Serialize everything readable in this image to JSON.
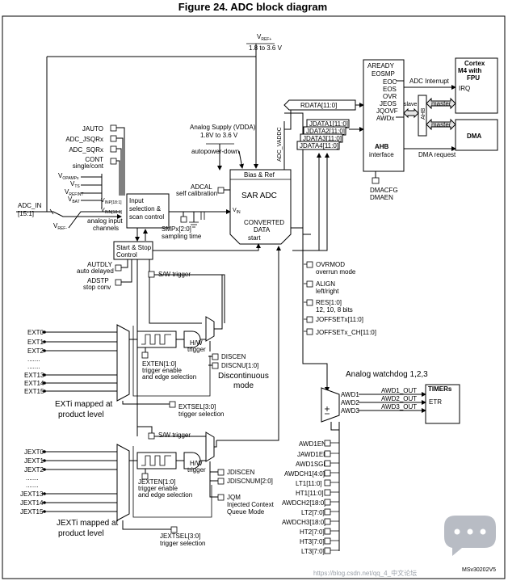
{
  "figure": {
    "title": "Figure 24. ADC block diagram",
    "code": "MSv30202V5"
  },
  "power": {
    "vref": "V",
    "vref_sub": "REF+",
    "range": "1.8 to 3.6 V"
  },
  "analog_supply": {
    "label": "Analog Supply (VDDA)",
    "range": "1.8V to 3.6 V",
    "autopower": "autopower-down",
    "adc_vaddc": "ADC_VADDC"
  },
  "cortex": {
    "l1": "Cortex",
    "l2": "M4 with",
    "l3": "FPU",
    "irq": "IRQ"
  },
  "dma": {
    "label": "DMA",
    "request": "DMA request"
  },
  "interrupt": {
    "label": "ADC Interrupt"
  },
  "ahb": {
    "label": "AHB",
    "l2": "interface",
    "bus": "AHB",
    "slave": "slave",
    "master1": "master",
    "master2": "master"
  },
  "flags": [
    "AREADY",
    "EOSMP",
    "EOC",
    "EOS",
    "OVR",
    "JEOS",
    "JQOVF",
    "AWDx"
  ],
  "dmacfg": "DMACFG",
  "dmaen": "DMAEN",
  "rdata": "RDATA[11:0]",
  "jdata": [
    "JDATA1[11:0]",
    "JDATA2[11:0]",
    "JDATA3[11:0]",
    "JDATA4[11:0]"
  ],
  "inputs_top": [
    "JAUTO",
    "ADC_JSQRx",
    "ADC_SQRx",
    "CONT"
  ],
  "cont_sub": "single/cont",
  "input_channels": [
    {
      "base": "V",
      "sub": "OPAMPx"
    },
    {
      "base": "V",
      "sub": "TS"
    },
    {
      "base": "V",
      "sub": "REFINT"
    },
    {
      "base": "V",
      "sub": "BAT"
    }
  ],
  "vinp": {
    "base": "V",
    "sub": "INP[18:1]"
  },
  "vinn": {
    "base": "V",
    "sub": "INN[18:1]"
  },
  "vref_minus": {
    "base": "V",
    "sub": "REF-"
  },
  "vin": {
    "base": "V",
    "sub": "IN"
  },
  "adc_in": {
    "l1": "ADC_IN",
    "l2": "[15:1]"
  },
  "analog_input_channels": {
    "l1": "analog input",
    "l2": "channels"
  },
  "input_sel": {
    "l1": "Input",
    "l2": "selection &",
    "l3": "scan control"
  },
  "smp": {
    "l1": "SMPx[2:0]",
    "l2": "sampling time"
  },
  "adcal": {
    "l1": "ADCAL",
    "l2": "self calibration"
  },
  "bias": "Bias & Ref",
  "sar": {
    "title": "SAR ADC",
    "l1": "CONVERTED",
    "l2": "DATA",
    "start": "start"
  },
  "startstop": {
    "l1": "Start & Stop",
    "l2": "Control"
  },
  "autdly": {
    "l1": "AUTDLY",
    "l2": "auto delayed"
  },
  "adstp": {
    "l1": "ADSTP",
    "l2": "stop conv"
  },
  "cfg_right": [
    {
      "l1": "OVRMOD",
      "l2": "overrun mode"
    },
    {
      "l1": "ALIGN",
      "l2": "left/right"
    },
    {
      "l1": "RES[1:0]",
      "l2": "12, 10, 8 bits"
    },
    {
      "l1": "JOFFSETx[11:0]",
      "l2": ""
    },
    {
      "l1": "JOFFSETx_CH[11:0]",
      "l2": ""
    }
  ],
  "sw_trigger": "S/W trigger",
  "hw_trigger": {
    "l1": "H/W",
    "l2": "trigger"
  },
  "ext": [
    "EXT0",
    "EXT1",
    "EXT2",
    ".......",
    ".......",
    "EXT13",
    "EXT14",
    "EXT15"
  ],
  "exten": {
    "l1": "EXTEN[1:0]",
    "l2": "trigger enable",
    "l3": "and edge selection"
  },
  "extsel": {
    "l1": "EXTSEL[3:0]",
    "l2": "trigger selection"
  },
  "ext_mapped": {
    "l1": "EXTi mapped at",
    "l2": "product level"
  },
  "disc": [
    "DISCEN",
    "DISCNU[1:0]"
  ],
  "discontinuous": {
    "l1": "Discontinuous",
    "l2": "mode"
  },
  "jext": [
    "JEXT0",
    "JEXT1",
    "JEXT2",
    ".......",
    ".......",
    "JEXT13",
    "JEXT14",
    "JEXT15"
  ],
  "jexten": {
    "l1": "JEXTEN[1:0]",
    "l2": "trigger enable",
    "l3": "and edge selection"
  },
  "jextsel": {
    "l1": "JEXTSEL[3:0]",
    "l2": "trigger selection"
  },
  "jext_mapped": {
    "l1": "JEXTi mapped at",
    "l2": "product level"
  },
  "jdisc": [
    "JDISCEN",
    "JDISCNUM[2:0]"
  ],
  "jqm": {
    "l1": "JQM",
    "l2": "Injected Context",
    "l3": "Queue Mode"
  },
  "watchdog": {
    "title": "Analog watchdog 1,2,3",
    "awd": [
      "AWD1",
      "AWD2",
      "AWD3"
    ],
    "out": [
      "AWD1_OUT",
      "AWD2_OUT",
      "AWD3_OUT"
    ]
  },
  "timers": {
    "title": "TIMERs",
    "etr": "ETR"
  },
  "awd_cfg": [
    "AWD1EN",
    "JAWD1EN",
    "AWD1SGL",
    "AWDCH1[4:0]",
    "LT1[11:0]",
    "HT1[11:0]",
    "AWDCH2[18:0]",
    "LT2[7:0]",
    "AWDCH3[18:0]",
    "HT2[7:0]",
    "HT3[7:0]",
    "LT3[7:0]"
  ],
  "watermark": "https://blog.csdn.net/qq_4_中文论坛"
}
